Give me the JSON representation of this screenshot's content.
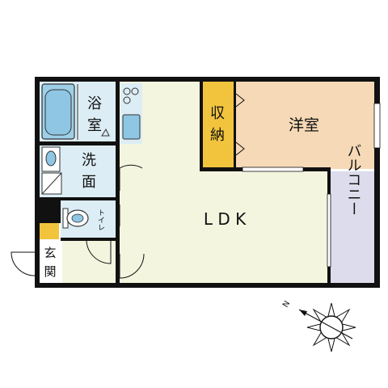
{
  "rooms": {
    "bath": [
      "浴",
      "室"
    ],
    "washroom": [
      "洗",
      "面"
    ],
    "toilet": "トイレ",
    "entrance": [
      "玄",
      "関"
    ],
    "ldk": "L D K",
    "western_room": "洋室",
    "storage": [
      "収",
      "納"
    ],
    "balcony": "バルコニー"
  },
  "compass": {
    "north_label": "N"
  },
  "colors": {
    "ldk_floor": "#f4f5df",
    "western_room_floor": "#f6d9b6",
    "storage": "#f2c43e",
    "balcony": "#dcdcec",
    "wet_area": "#dcedf5",
    "fixture": "#8fc6e4",
    "wall": "#111111"
  }
}
